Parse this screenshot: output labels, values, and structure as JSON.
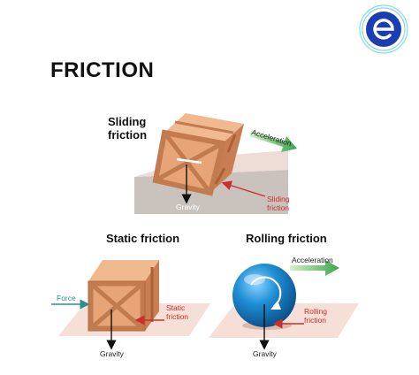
{
  "title": "FRICTION",
  "sliding": {
    "heading": "Sliding friction",
    "acceleration": "Acceleration",
    "gravity": "Gravity",
    "friction_label": "Sliding friction"
  },
  "static": {
    "heading": "Static friction",
    "force": "Force",
    "friction_label": "Static friction",
    "gravity": "Gravity"
  },
  "rolling": {
    "heading": "Rolling friction",
    "acceleration": "Acceleration",
    "friction_label": "Rolling friction",
    "gravity": "Gravity"
  },
  "colors": {
    "crate": "#e6a477",
    "crate_dark": "#cc8458",
    "ball": "#1f8fd6",
    "friction_arrow": "#c9302c",
    "acceleration_arrow": "#3aa64a",
    "force_arrow": "#2a8f93",
    "logo": "#1b3fb0"
  },
  "logo_letter": "e"
}
